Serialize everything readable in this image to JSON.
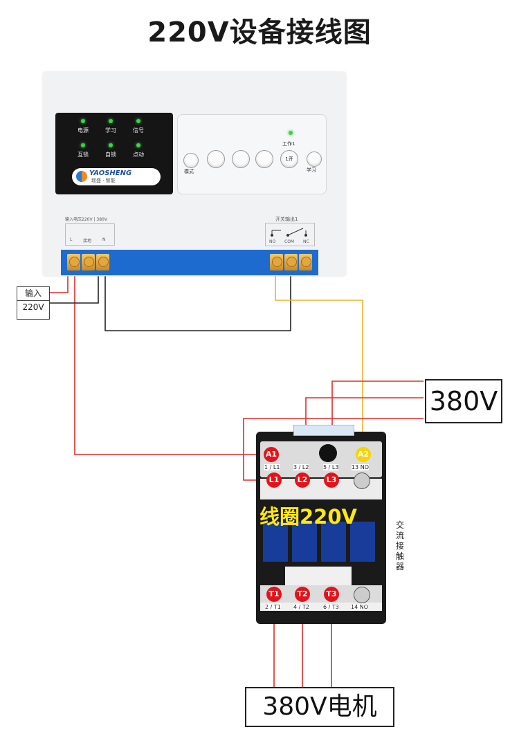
{
  "title": "220V设备接线图",
  "controller": {
    "leds": [
      "电源",
      "学习",
      "信号",
      "互锁",
      "自锁",
      "点动"
    ],
    "logo_en": "YAOSHENG",
    "logo_cn": "瑶盛 · 智能",
    "buttons": {
      "mode": "模式",
      "work_indicator": "工作1",
      "switch1": "1开",
      "learn": "学习"
    },
    "input_voltage_label": "输入电压220V | 380V",
    "input_terminals": [
      "L",
      "接地",
      "N"
    ],
    "output_label": "开关输出1",
    "output_terminals": [
      "NO",
      "COM",
      "NC"
    ]
  },
  "input_label": [
    "输入",
    "220V"
  ],
  "supply_label": "380V",
  "contactor": {
    "top_pins": [
      "1 / L1",
      "3 / L2",
      "5 / L3",
      "13 NO"
    ],
    "top_terminals": [
      "A1",
      "A2",
      "L1",
      "L2",
      "L3"
    ],
    "coil_label": "线圈220V",
    "side_label": [
      "交",
      "流",
      "接",
      "触",
      "器"
    ],
    "bottom_terminals": [
      "T1",
      "T2",
      "T3"
    ],
    "bottom_pins": [
      "2 / T1",
      "4 / T2",
      "6 / T3",
      "14 NO"
    ]
  },
  "motor_label": "380V电机",
  "colors": {
    "red_wire": "#e02b2b",
    "yellow_wire": "#e9b429",
    "black_wire": "#222222",
    "terminal_blue": "#1d6bcf",
    "terminal_red": "#e3131b",
    "terminal_yellow": "#f5d400"
  }
}
